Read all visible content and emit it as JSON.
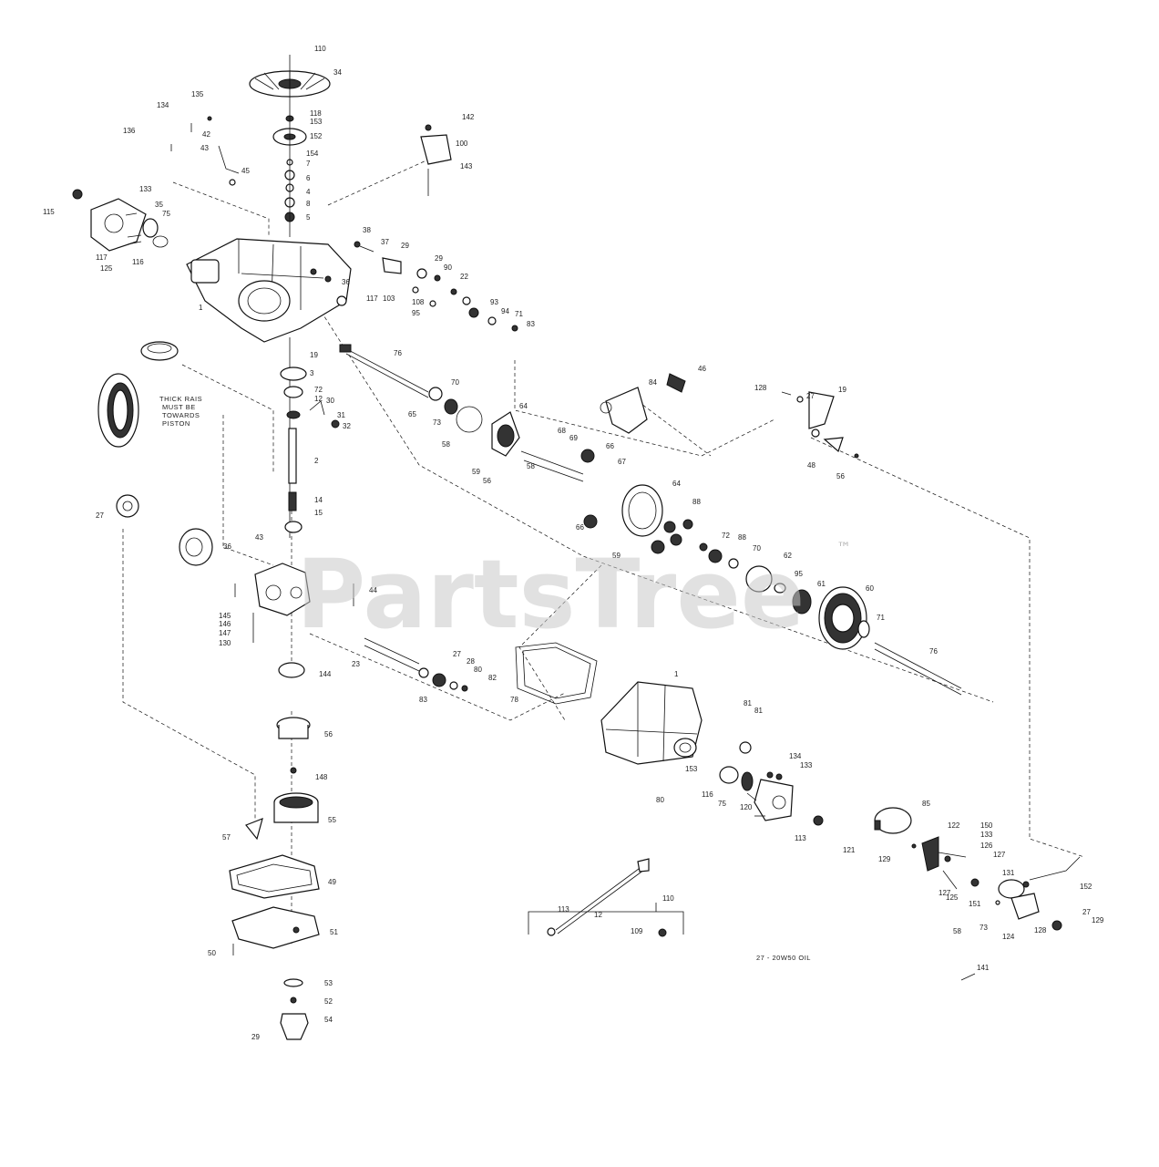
{
  "watermark": {
    "text": "PartsTree",
    "trademark": "™"
  },
  "note": [
    "THICK RAIS",
    "MUST BE",
    "TOWARDS",
    "PISTON"
  ],
  "footnote": "27 - 20W50 OIL",
  "labels": [
    "110",
    "34",
    "135",
    "134",
    "136",
    "42",
    "43",
    "45",
    "118",
    "153",
    "142",
    "152",
    "100",
    "154",
    "143",
    "7",
    "6",
    "4",
    "8",
    "5",
    "115",
    "133",
    "35",
    "75",
    "117",
    "116",
    "125",
    "1",
    "38",
    "37",
    "29",
    "29",
    "90",
    "22",
    "103",
    "108",
    "93",
    "95",
    "94",
    "71",
    "117",
    "36",
    "83",
    "19",
    "3",
    "31",
    "32",
    "72",
    "12",
    "30",
    "2",
    "14",
    "15",
    "27",
    "76",
    "70",
    "65",
    "73",
    "58",
    "64",
    "68",
    "66",
    "67",
    "69",
    "84",
    "46",
    "128",
    "27",
    "19",
    "48",
    "56",
    "59",
    "56",
    "58",
    "66",
    "64",
    "88",
    "59",
    "72",
    "88",
    "70",
    "62",
    "95",
    "61",
    "60",
    "71",
    "76",
    "43",
    "36",
    "44",
    "145",
    "146",
    "147",
    "130",
    "144",
    "23",
    "27",
    "28",
    "80",
    "82",
    "83",
    "78",
    "1",
    "81",
    "81",
    "134",
    "133",
    "153",
    "116",
    "75",
    "120",
    "113",
    "80",
    "85",
    "122",
    "150",
    "133",
    "126",
    "127",
    "121",
    "129",
    "127",
    "125",
    "151",
    "131",
    "152",
    "58",
    "73",
    "124",
    "128",
    "27",
    "129",
    "141",
    "110",
    "113",
    "12",
    "109",
    "56",
    "148",
    "55",
    "57",
    "49",
    "51",
    "50",
    "53",
    "52",
    "54",
    "29"
  ]
}
